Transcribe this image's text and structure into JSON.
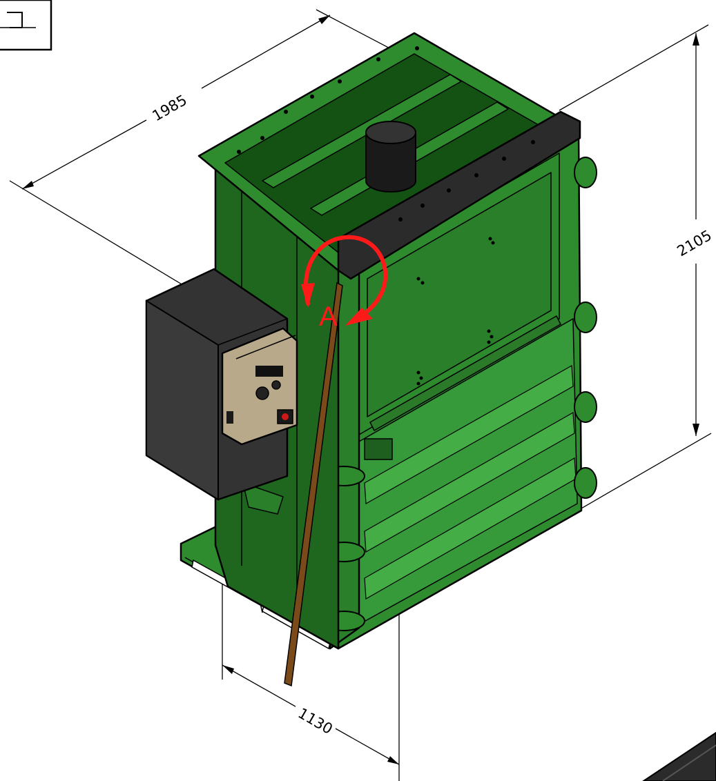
{
  "dimensions": {
    "depth": "1985",
    "height": "2105",
    "width": "1130"
  },
  "rotation_marker": {
    "label": "A"
  },
  "colors": {
    "body_green": "#2e8b2e",
    "body_green_light": "#3fa33f",
    "body_green_dark": "#1e5e1e",
    "frame_black": "#2b2b2b",
    "control_panel": "#b8a98a",
    "cabinet": "#333333",
    "rod": "#7a4a1a",
    "marker": "#ff1a1a"
  },
  "icons": [
    "view-cube-icon",
    "rotation-arrow-icon",
    "motor-cylinder-icon",
    "control-panel-icon"
  ]
}
